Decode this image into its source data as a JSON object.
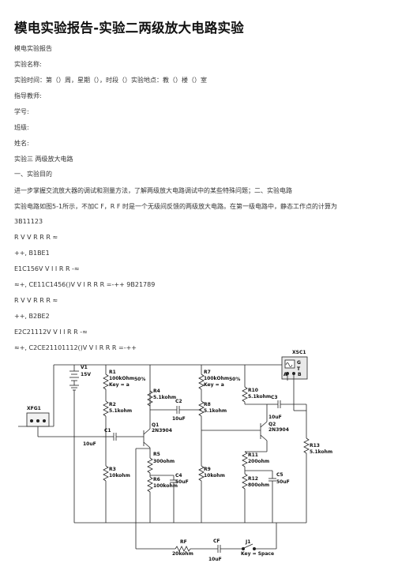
{
  "doc": {
    "title": "模电实验报告-实验二两级放大电路实验",
    "lines": [
      "模电实验报告",
      "实验名称:",
      "实验时间：第（）周，星期（），时段（）实验地点：教（）楼（）室",
      "指导教师:",
      "学号:",
      "班级:",
      "姓名:",
      "实验三 两级放大电路",
      "一、实验目的",
      "进一步掌握交流放大器的调试和测量方法，了解两级放大电路调试中的某些特殊问题；二、实验电路",
      "实验电路如图5-1所示，不加C F，R F 时是一个无级间反馈的两级放大电路。在第一级电路中，静态工作点的计算为",
      "3B11123",
      "R V V R R R ≈",
      "++, B1BE1",
      "E1C156V V I I R R -≈",
      "≈+, CE11C1456()V V I R R R =-++ 9B21789",
      "R V V R R R ≈",
      "++, B2BE2",
      "E2C21112V V I I R R -≈",
      "≈+, C2CE21101112()V V I R R R =-++"
    ]
  },
  "schematic": {
    "scope_name": "XSC1",
    "scope_glyph": "G",
    "scope_t": "T",
    "scope_a": "A",
    "scope_b": "B",
    "xfg_name": "XFG1",
    "v1_name": "V1",
    "v1_value": "15V",
    "r1_name": "R1",
    "r1_value": "100kOhm",
    "r1_pct": "50%",
    "r1_key": "Key = a",
    "r7_name": "R7",
    "r7_value": "100kOhm",
    "r7_pct": "50%",
    "r7_key": "Key = a",
    "r2_name": "R2",
    "r2_value": "5.1kohm",
    "r3_name": "R3",
    "r3_value": "10kohm",
    "r4_name": "R4",
    "r4_value": "5.1kohm",
    "r5_name": "R5",
    "r5_value": "300ohm",
    "r6_name": "R6",
    "r6_value": "100kohm",
    "r8_name": "R8",
    "r8_value": "5.1kohm",
    "r9_name": "R9",
    "r9_value": "10kohm",
    "r10_name": "R10",
    "r10_value": "5.1kohm",
    "r11_name": "R11",
    "r11_value": "200ohm",
    "r12_name": "R12",
    "r12_value": "800ohm",
    "r13_name": "R13",
    "r13_value": "5.1kohm",
    "rf_name": "RF",
    "rf_value": "20kohm",
    "c1_name": "C1",
    "c1_value": "10uF",
    "c2_name": "C2",
    "c2_value": "10uF",
    "c3_name": "C3",
    "c3_value": "10uF",
    "c4_name": "C4",
    "c4_value": "50uF",
    "c5_name": "C5",
    "c5_value": "50uF",
    "cf_name": "CF",
    "cf_value": "10uF",
    "q1_name": "Q1",
    "q1_model": "2N3904",
    "q2_name": "Q2",
    "q2_model": "2N3904",
    "j1_name": "J1",
    "j1_key": "Key = Space"
  }
}
